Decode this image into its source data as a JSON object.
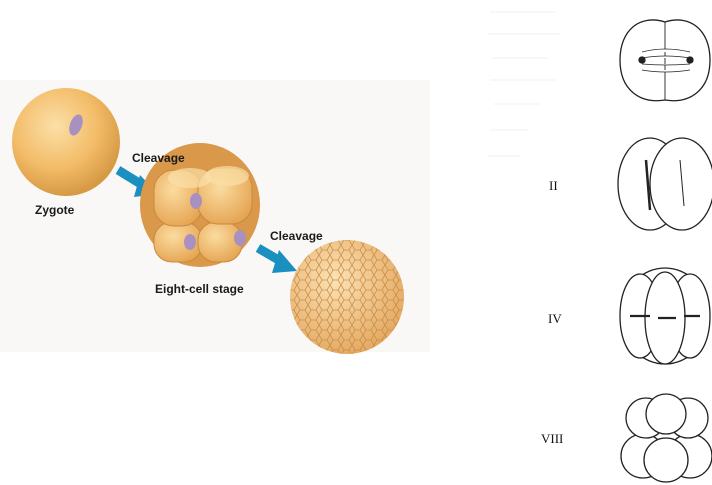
{
  "left_diagram": {
    "zygote_label": "Zygote",
    "cleavage_label_1": "Cleavage",
    "eight_cell_label": "Eight-cell stage",
    "cleavage_label_2": "Cleavage",
    "arrow_color": "#1a8fc0",
    "cell_color": "#f0b462"
  },
  "right_diagram": {
    "stage_labels": [
      "II",
      "IV",
      "VIII"
    ]
  }
}
